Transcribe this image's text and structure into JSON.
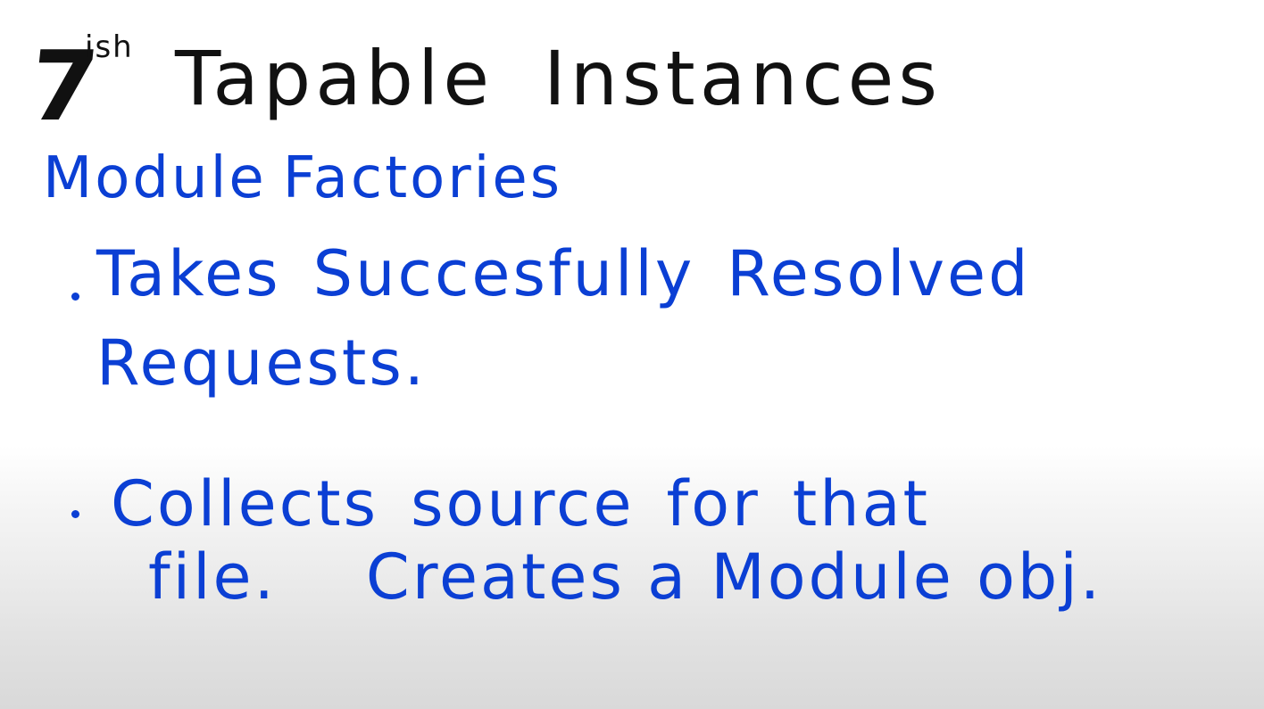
{
  "slide": {
    "title": {
      "number": "7",
      "superscript": "ish",
      "words": [
        "Tapable",
        "Instances"
      ]
    },
    "subtitle": {
      "words": [
        "Module",
        "Factories"
      ]
    },
    "bullets": [
      {
        "line1": [
          "Takes",
          "Succesfully",
          "Resolved"
        ],
        "line2": "Requests."
      },
      {
        "line1": [
          "Collects",
          "source",
          "for",
          "that"
        ],
        "line2": {
          "part1": "file.",
          "part2": "Creates a Module obj."
        }
      }
    ],
    "colors": {
      "title_ink": "#111111",
      "body_ink": "#0b3fd4",
      "background": "#ffffff"
    }
  }
}
